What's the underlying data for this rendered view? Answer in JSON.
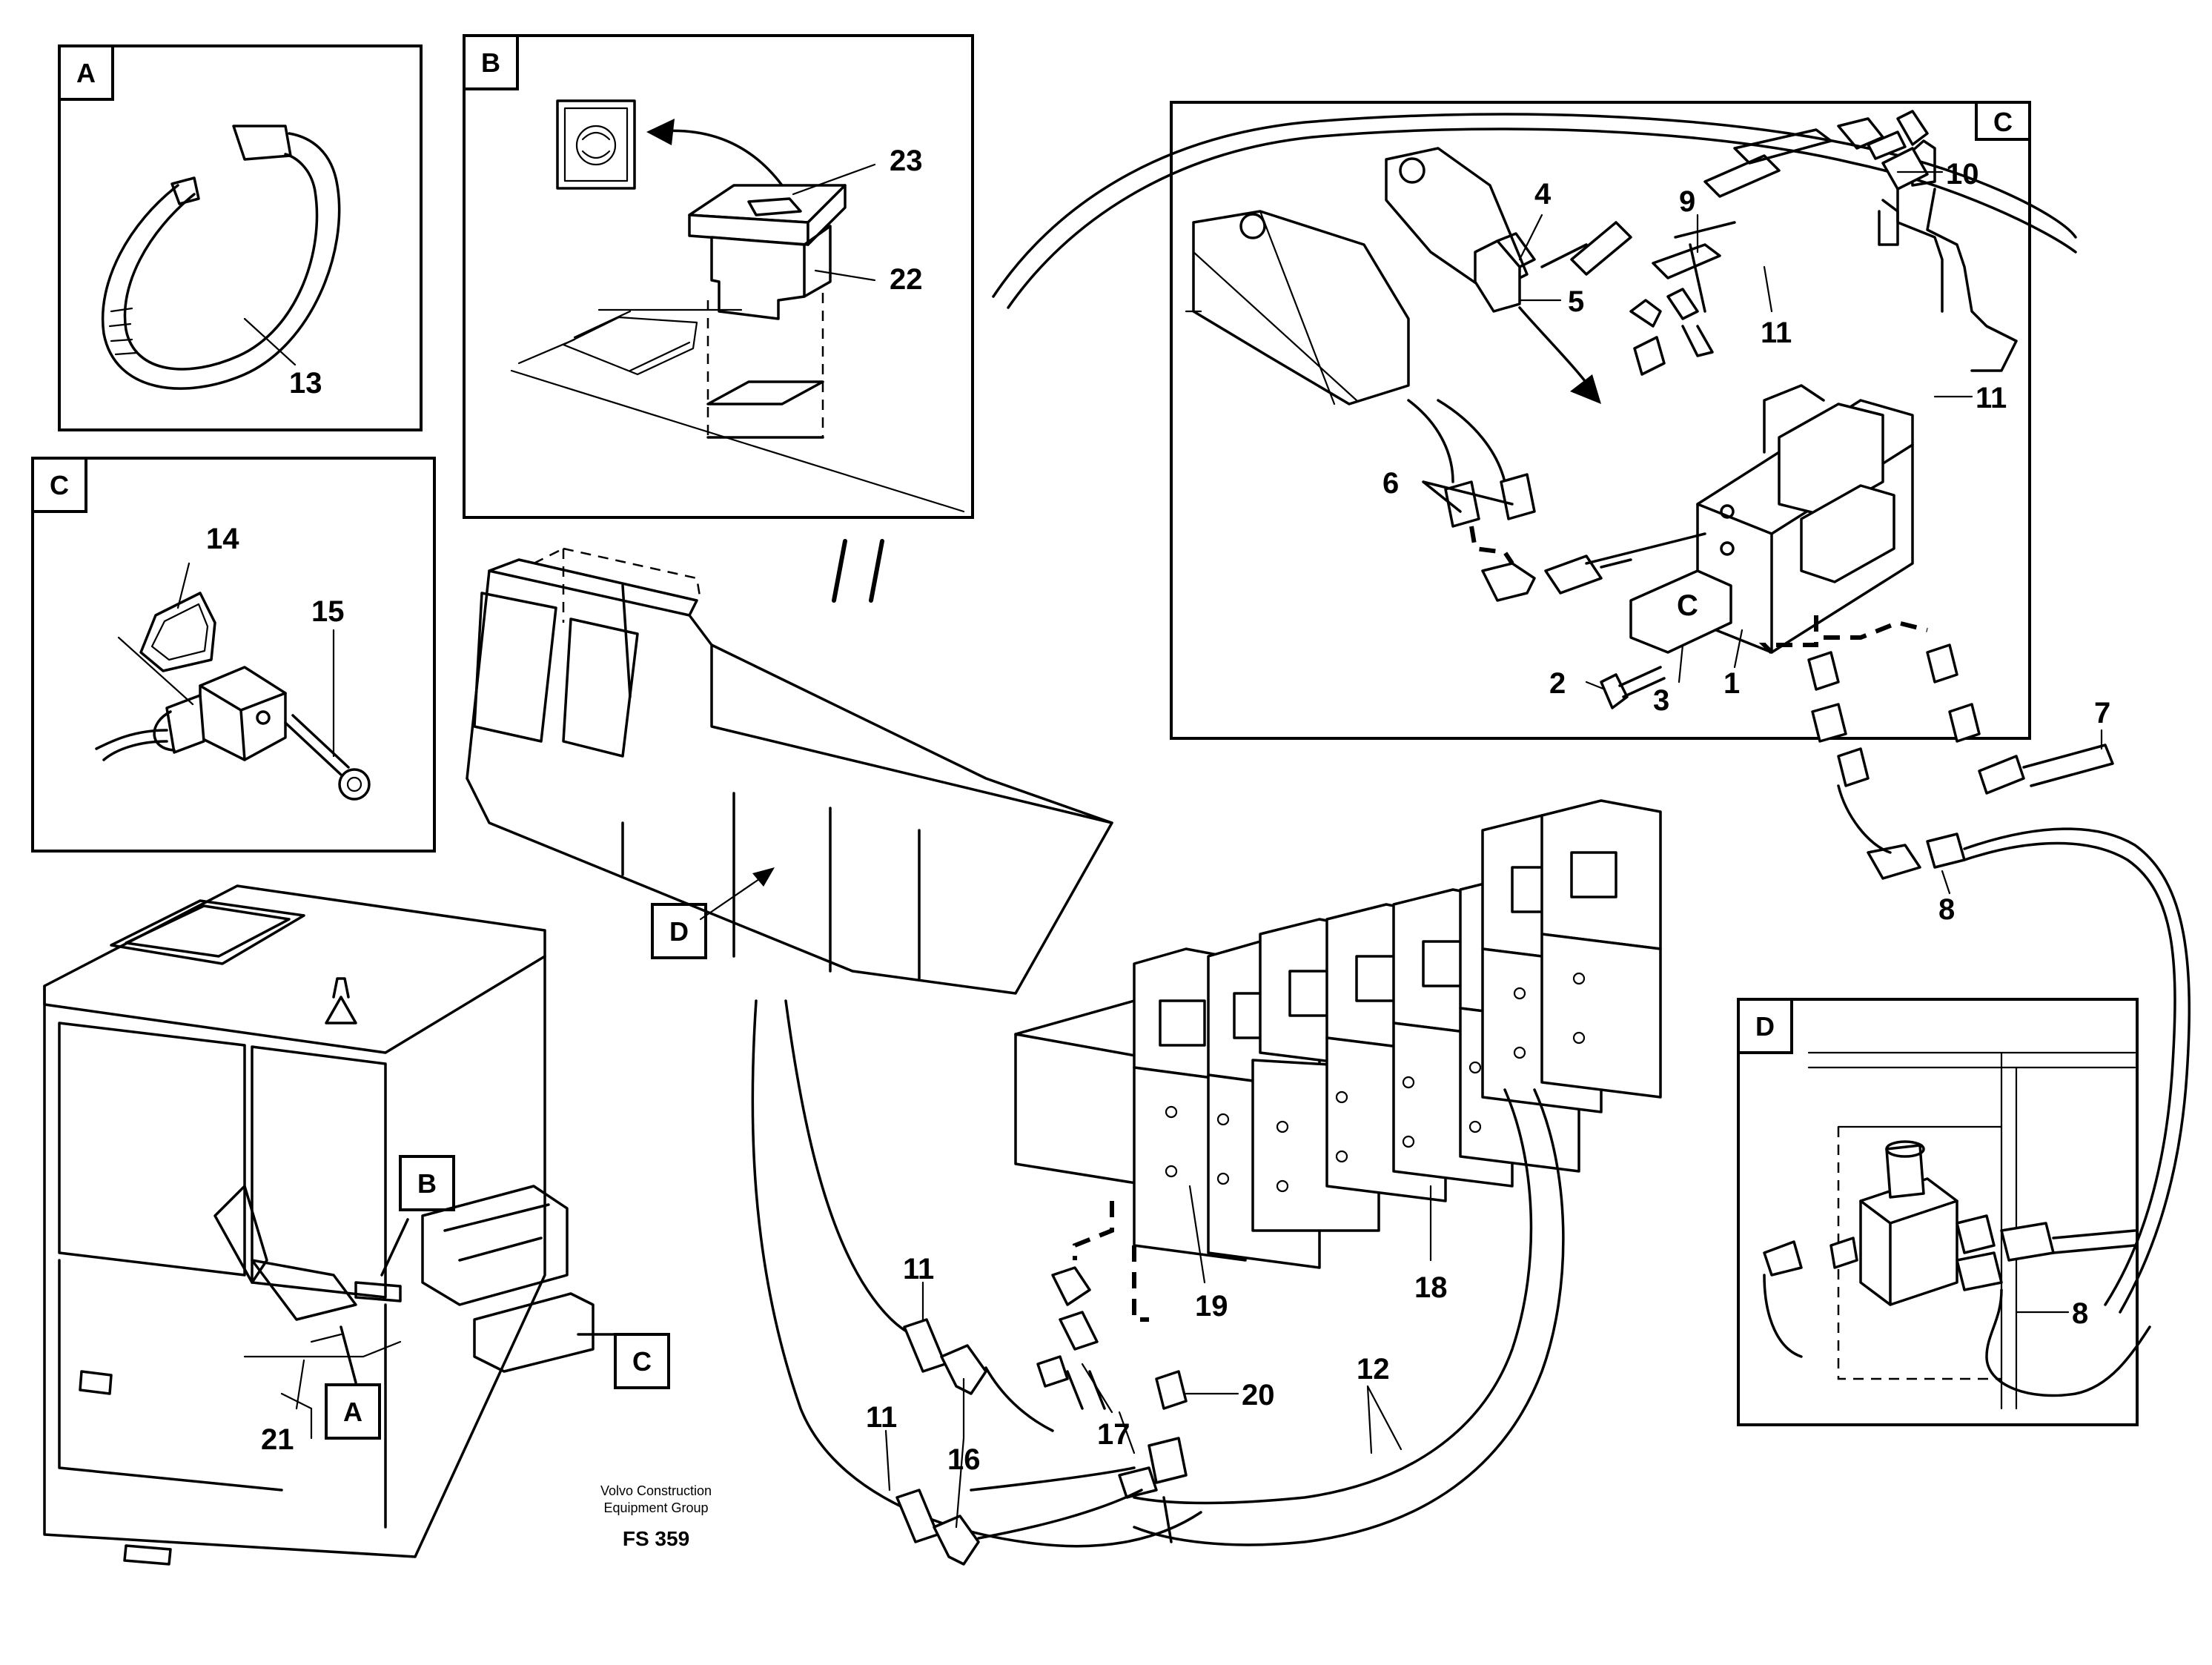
{
  "detail_tags": {
    "A": "A",
    "B": "B",
    "C_top": "C",
    "C_left": "C",
    "D_inset": "D",
    "D_machine": "D",
    "B_cab": "B",
    "A_cab": "A",
    "C_cab": "C"
  },
  "callouts": {
    "n1": "1",
    "n2": "2",
    "n3": "3",
    "n4": "4",
    "n5": "5",
    "n6": "6",
    "n7": "7",
    "n8": "8",
    "n8b": "8",
    "n9": "9",
    "n10": "10",
    "n11a": "11",
    "n11b": "11",
    "n11c": "11",
    "n11d": "11",
    "n12": "12",
    "n13": "13",
    "n14": "14",
    "n15": "15",
    "n16": "16",
    "n17": "17",
    "n18": "18",
    "n19": "19",
    "n20": "20",
    "n21": "21",
    "n22": "22",
    "n23": "23"
  },
  "valve_label": "C",
  "footer": {
    "company_line1": "Volvo Construction",
    "company_line2": "Equipment Group",
    "code": "FS 359"
  }
}
